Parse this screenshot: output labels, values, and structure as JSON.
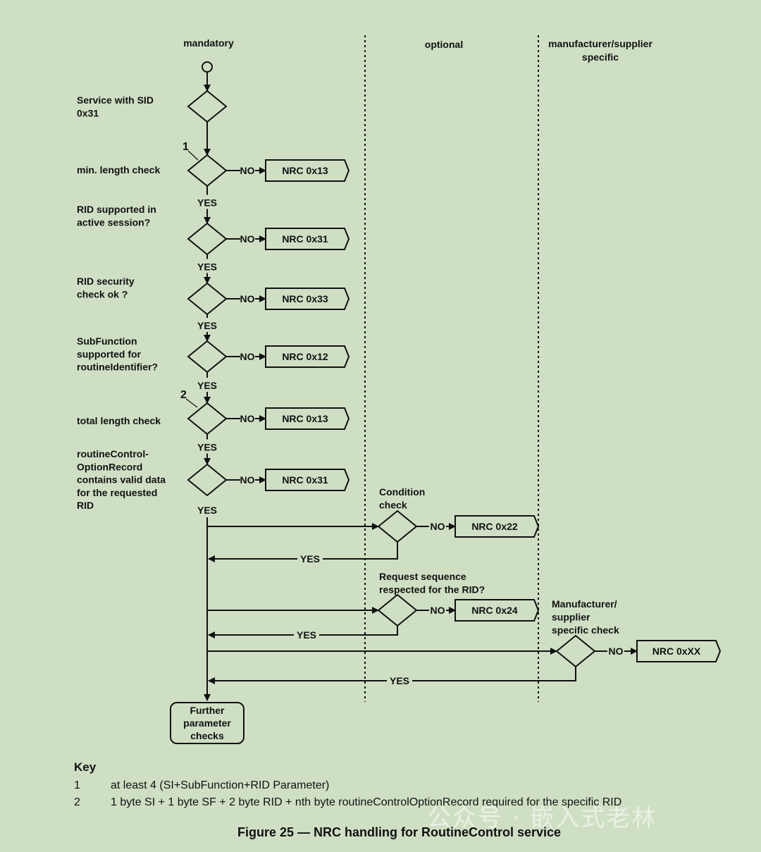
{
  "columns": {
    "mandatory": "mandatory",
    "optional": "optional",
    "manufacturer_line1": "manufacturer/supplier",
    "manufacturer_line2": "specific"
  },
  "checks": [
    {
      "lines": [
        "Service with SID",
        "0x31"
      ],
      "nrc": ""
    },
    {
      "lines": [
        "min. length  check"
      ],
      "nrc": "NRC 0x13"
    },
    {
      "lines": [
        "RID supported in",
        "active session?"
      ],
      "nrc": "NRC 0x31"
    },
    {
      "lines": [
        "RID  security",
        "check ok ?"
      ],
      "nrc": "NRC 0x33"
    },
    {
      "lines": [
        "SubFunction",
        "supported  for",
        "routineIdentifier?"
      ],
      "nrc": "NRC 0x12"
    },
    {
      "lines": [
        "total length check"
      ],
      "nrc": "NRC 0x13"
    },
    {
      "lines": [
        "routineControl-",
        "OptionRecord",
        "contains valid data",
        "for the requested",
        "RID"
      ],
      "nrc": "NRC 0x31"
    }
  ],
  "markers": [
    "1",
    "2"
  ],
  "side_checks": [
    {
      "lines": [
        "Condition",
        "check"
      ],
      "nrc": "NRC 0x22"
    },
    {
      "lines": [
        "Request sequence",
        "respected for the RID?"
      ],
      "nrc": "NRC 0x24"
    },
    {
      "lines": [
        "Manufacturer/",
        "supplier",
        "specific check"
      ],
      "nrc": "NRC 0xXX"
    }
  ],
  "edge_labels": {
    "no": "NO",
    "yes": "YES"
  },
  "end_box": [
    "Further",
    "parameter",
    "checks"
  ],
  "key": {
    "title": "Key",
    "rows": [
      {
        "num": "1",
        "text": "at least 4 (SI+SubFunction+RID Parameter)"
      },
      {
        "num": "2",
        "text": "1 byte SI + 1 byte SF + 2 byte RID + nth byte routineControlOptionRecord required for the specific RID"
      }
    ]
  },
  "caption": "Figure 25 — NRC handling for RoutineControl service",
  "watermark": "公众号 · 嵌入式老林"
}
